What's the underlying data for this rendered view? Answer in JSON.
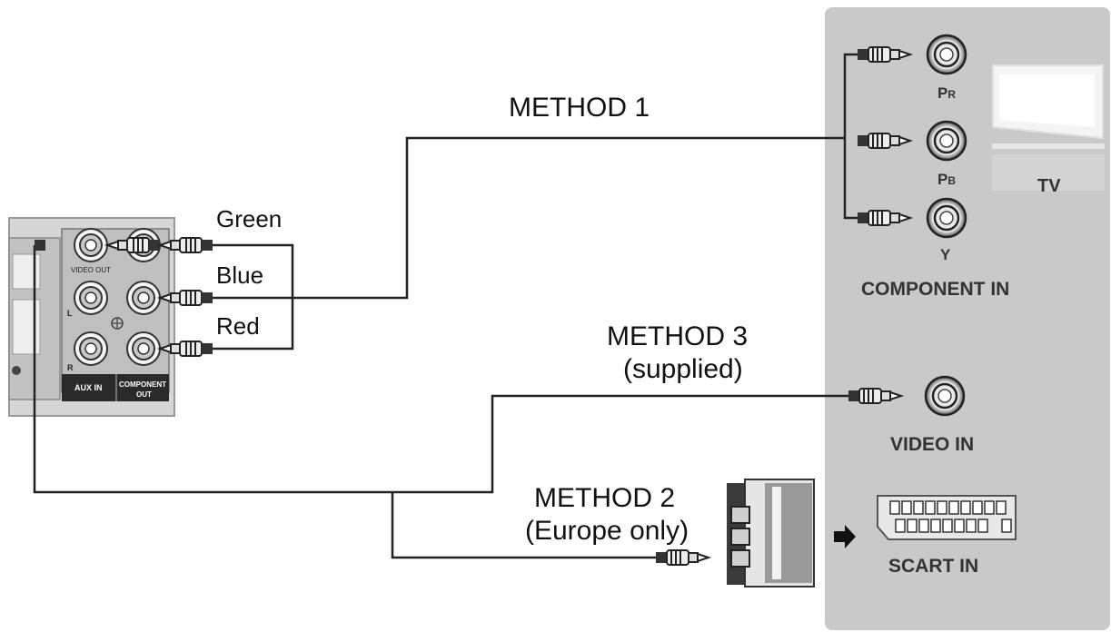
{
  "player": {
    "labels": {
      "video_out": "VIDEO OUT",
      "aux_in": "AUX IN",
      "component_out_1": "COMPONENT",
      "component_out_2": "OUT",
      "aux_l": "L",
      "aux_r": "R"
    }
  },
  "wires": {
    "green": "Green",
    "blue": "Blue",
    "red": "Red"
  },
  "methods": {
    "method1": "METHOD 1",
    "method2_line1": "METHOD 2",
    "method2_line2": "(Europe only)",
    "method3_line1": "METHOD 3",
    "method3_line2": "(supplied)"
  },
  "tv": {
    "tv_label": "TV",
    "component_in": "COMPONENT IN",
    "video_in": "VIDEO IN",
    "scart_in": "SCART IN",
    "jack_labels": {
      "pr_main": "P",
      "pr_sub": "R",
      "pb_main": "P",
      "pb_sub": "B",
      "y": "Y"
    }
  },
  "colors": {
    "panel": "#c9c9c9",
    "cable": "#222222",
    "player_body": "#d6d6d6"
  }
}
